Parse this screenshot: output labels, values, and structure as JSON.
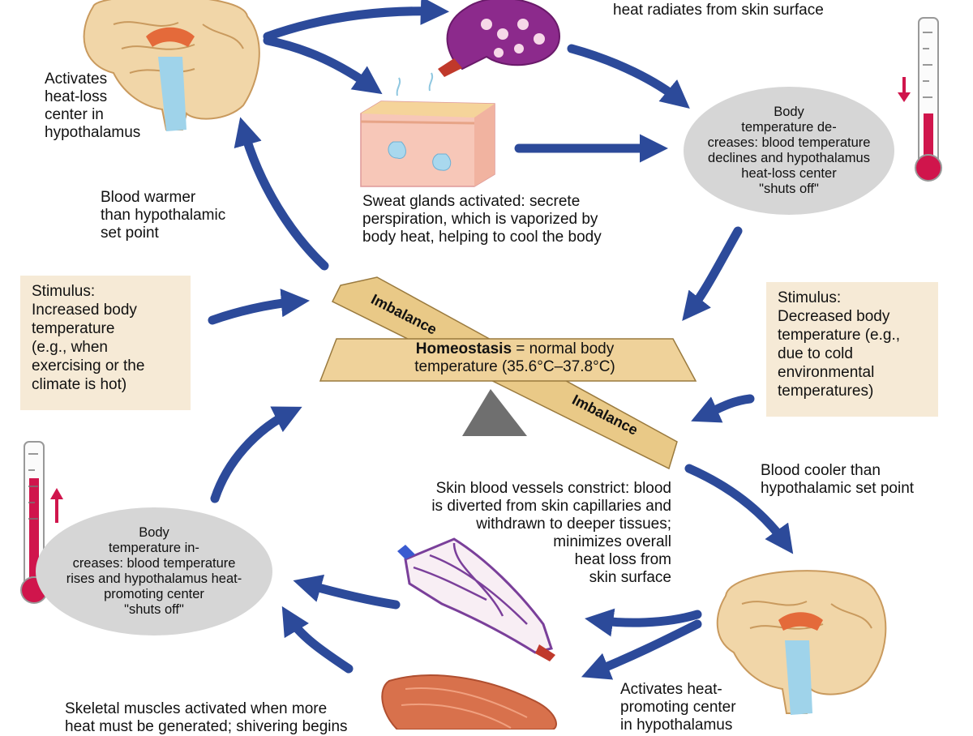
{
  "colors": {
    "arrow": "#2c4a9a",
    "stimulus_bg": "#f6ead6",
    "ellipse_bg": "#d6d6d6",
    "seesaw": "#e9c987",
    "thermo_red": "#d0154c",
    "fulcrum": "#6f6f6f"
  },
  "labels": {
    "heat_radiates": "heat radiates from skin surface",
    "activates_heat_loss": "Activates\nheat-loss\ncenter in\nhypothalamus",
    "sweat_glands": "Sweat glands activated: secrete\nperspiration, which is vaporized by\nbody heat, helping to cool the body",
    "blood_warmer": "Blood warmer\nthan hypothalamic\nset point",
    "body_temp_decreases": "Body\ntemperature de-\ncreases: blood temperature\ndeclines and hypothalamus\nheat-loss center\n\"shuts off\"",
    "stimulus_increased": "Stimulus:\nIncreased body\ntemperature\n(e.g., when\nexercising or the\nclimate is hot)",
    "stimulus_decreased": "Stimulus:\nDecreased body\ntemperature (e.g.,\ndue to cold\nenvironmental\ntemperatures)",
    "homeostasis_bold": "Homeostasis",
    "homeostasis_rest": " = normal body",
    "homeostasis_range": "temperature (35.6°C–37.8°C)",
    "imbalance_top": "Imbalance",
    "imbalance_bottom": "Imbalance",
    "blood_cooler": "Blood cooler than\nhypothalamic set point",
    "vessels_constrict": "Skin blood vessels constrict: blood\nis diverted from skin capillaries and\nwithdrawn to deeper tissues;\nminimizes overall\nheat loss from\nskin surface",
    "body_temp_increases": "Body\ntemperature in-\ncreases: blood temperature\nrises and hypothalamus heat-\npromoting center\n\"shuts off\"",
    "skeletal_muscles": "Skeletal muscles activated when more\nheat must be generated; shivering begins",
    "activates_heat_promoting": "Activates heat-\npromoting center\nin hypothalamus"
  }
}
